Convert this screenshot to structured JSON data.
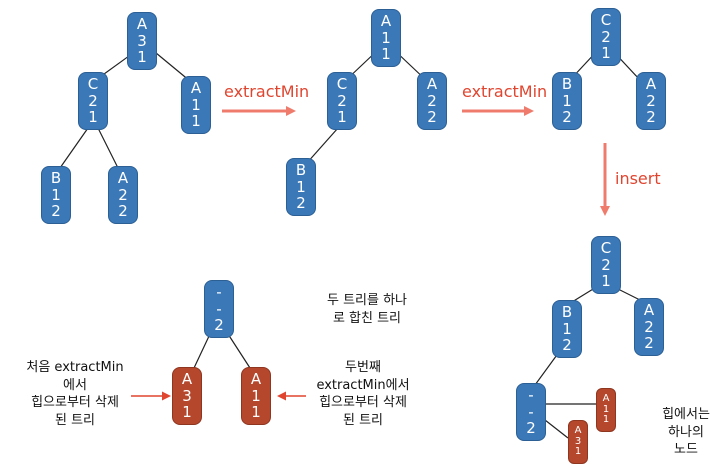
{
  "operations": {
    "extract_min_1": "extractMin",
    "extract_min_2": "extractMin",
    "insert": "insert"
  },
  "colors": {
    "node_blue": "#3a78b8",
    "node_red": "#b5472d",
    "edge": "#222222",
    "arrow_pink": "#ef7b6c",
    "label_red": "#e0452f"
  },
  "trees": {
    "tree1": {
      "root": [
        "A",
        "3",
        "1"
      ],
      "left": [
        "C",
        "2",
        "1"
      ],
      "right": [
        "A",
        "1",
        "1"
      ],
      "left_left": [
        "B",
        "1",
        "2"
      ],
      "left_right": [
        "A",
        "2",
        "2"
      ]
    },
    "tree2": {
      "root": [
        "A",
        "1",
        "1"
      ],
      "left": [
        "C",
        "2",
        "1"
      ],
      "right": [
        "A",
        "2",
        "2"
      ],
      "left_left": [
        "B",
        "1",
        "2"
      ]
    },
    "tree3": {
      "root": [
        "C",
        "2",
        "1"
      ],
      "left": [
        "B",
        "1",
        "2"
      ],
      "right": [
        "A",
        "2",
        "2"
      ]
    },
    "tree4": {
      "root": [
        "C",
        "2",
        "1"
      ],
      "left": [
        "B",
        "1",
        "2"
      ],
      "right": [
        "A",
        "2",
        "2"
      ],
      "left_left": [
        "-",
        "-",
        "2"
      ],
      "sub_a": [
        "A",
        "1",
        "1"
      ],
      "sub_b": [
        "A",
        "3",
        "1"
      ]
    },
    "merged": {
      "root": [
        "-",
        "-",
        "2"
      ],
      "left": [
        "A",
        "3",
        "1"
      ],
      "right": [
        "A",
        "1",
        "1"
      ]
    }
  },
  "labels": {
    "merge_caption_1": "두 트리를 하나",
    "merge_caption_2": "로 합친 트리",
    "first_removed_1": "처음 extractMin",
    "first_removed_2": "에서",
    "first_removed_3": "힙으로부터 삭제",
    "first_removed_4": "된 트리",
    "second_removed_1": "두번째",
    "second_removed_2": "extractMin에서",
    "second_removed_3": "힙으로부터 삭제",
    "second_removed_4": "된 트리",
    "one_node_1": "힙에서는",
    "one_node_2": "하나의",
    "one_node_3": "노드"
  }
}
